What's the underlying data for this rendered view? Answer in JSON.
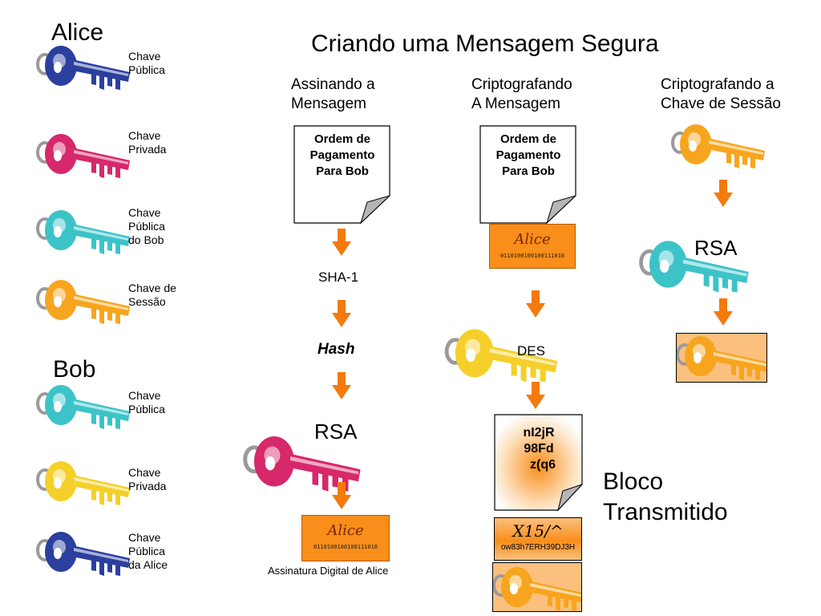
{
  "title": "Criando uma Mensagem Segura",
  "alice_label": "Alice",
  "bob_label": "Bob",
  "alice_keys": [
    {
      "l1": "Chave",
      "l2": "Pública",
      "l3": "",
      "color": "#2b3f9e"
    },
    {
      "l1": "Chave",
      "l2": "Privada",
      "l3": "",
      "color": "#d6286a"
    },
    {
      "l1": "Chave",
      "l2": "Pública",
      "l3": "do Bob",
      "color": "#3cc3c8"
    },
    {
      "l1": "Chave de",
      "l2": "Sessão",
      "l3": "",
      "color": "#f7a51e"
    }
  ],
  "bob_keys": [
    {
      "l1": "Chave",
      "l2": "Pública",
      "l3": "",
      "color": "#3cc3c8"
    },
    {
      "l1": "Chave",
      "l2": "Privada",
      "l3": "",
      "color": "#f5d02a"
    },
    {
      "l1": "Chave",
      "l2": "Pública",
      "l3": "da Alice",
      "color": "#2b3f9e"
    }
  ],
  "col1": {
    "head1": "Assinando a",
    "head2": "Mensagem",
    "doc_line1": "Ordem de",
    "doc_line2": "Pagamento",
    "doc_line3": "Para Bob",
    "step1": "SHA-1",
    "step2": "Hash",
    "step3": "RSA",
    "sig_script": "Alice",
    "sig_bits": "0110100100100111010",
    "caption": "Assinatura Digital de Alice"
  },
  "col2": {
    "head1": "Criptografando",
    "head2": "A Mensagem",
    "doc_line1": "Ordem de",
    "doc_line2": "Pagamento",
    "doc_line3": "Para Bob",
    "sig_script": "Alice",
    "sig_bits": "0110100100100111010",
    "step1": "DES",
    "cipher1": "nI2jR",
    "cipher2": "98Fd",
    "cipher3": "z(q6",
    "enc_sig_script": "X15/^",
    "enc_sig_text": "ow83h7ERH39DJ3H"
  },
  "col3": {
    "head1": "Criptografando a",
    "head2": "Chave de Sessão",
    "step1": "RSA"
  },
  "block_label1": "Bloco",
  "block_label2": "Transmitido",
  "colors": {
    "arrow": "#f47a0c",
    "sig_orange": "#f98e1a",
    "session_key": "#f7a51e",
    "pale_orange": "#fbc07e"
  }
}
